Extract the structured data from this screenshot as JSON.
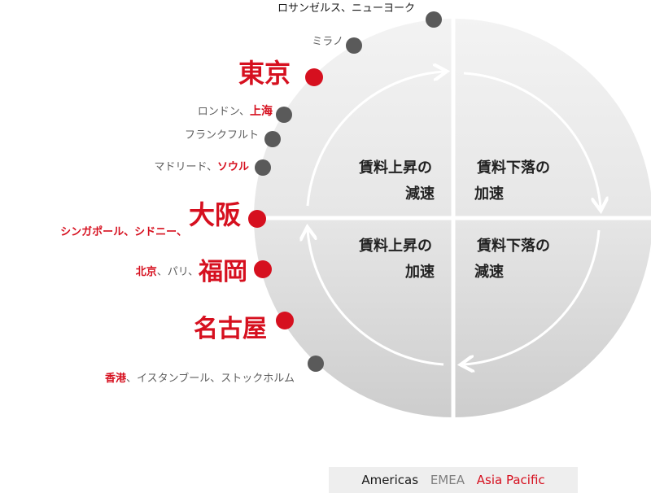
{
  "quadrants": {
    "top_left": {
      "line1": "賃料上昇の",
      "line2": "減速"
    },
    "top_right": {
      "line1": "賃料下落の",
      "line2": "加速"
    },
    "bottom_left": {
      "line1": "賃料上昇の",
      "line2": "加速"
    },
    "bottom_right": {
      "line1": "賃料下落の",
      "line2": "減速"
    }
  },
  "cities": [
    {
      "parts": [
        {
          "text": "ロサンゼルス、ニューヨーク",
          "region": "Americas"
        }
      ],
      "marker": "gray"
    },
    {
      "parts": [
        {
          "text": "ミラノ",
          "region": "EMEA"
        }
      ],
      "marker": "gray"
    },
    {
      "parts": [
        {
          "text": "東京",
          "region": "Asia Pacific"
        }
      ],
      "marker": "red"
    },
    {
      "parts": [
        {
          "text": "ロンドン、",
          "region": "EMEA"
        },
        {
          "text": "上海",
          "region": "Asia Pacific"
        }
      ],
      "marker": "gray"
    },
    {
      "parts": [
        {
          "text": "フランクフルト",
          "region": "EMEA"
        }
      ],
      "marker": "gray"
    },
    {
      "parts": [
        {
          "text": "マドリード、",
          "region": "EMEA"
        },
        {
          "text": "ソウル",
          "region": "Asia Pacific"
        }
      ],
      "marker": "gray"
    },
    {
      "parts": [
        {
          "text": "シンガポール、シドニー、",
          "region": "Asia Pacific"
        },
        {
          "text": "大阪",
          "region": "Asia Pacific"
        }
      ],
      "marker": "red"
    },
    {
      "parts": [
        {
          "text": "北京",
          "region": "Asia Pacific"
        },
        {
          "text": "、パリ、",
          "region": "EMEA"
        },
        {
          "text": "福岡",
          "region": "Asia Pacific"
        }
      ],
      "marker": "red"
    },
    {
      "parts": [
        {
          "text": "名古屋",
          "region": "Asia Pacific"
        }
      ],
      "marker": "red"
    },
    {
      "parts": [
        {
          "text": "香港",
          "region": "Asia Pacific"
        },
        {
          "text": "、イスタンブール、ストックホルム",
          "region": "EMEA"
        }
      ],
      "marker": "gray"
    }
  ],
  "legend": {
    "americas": "Americas",
    "emea": "EMEA",
    "asia_pacific": "Asia Pacific"
  },
  "colors": {
    "americas": "#1a1a1a",
    "emea": "#7f7f7f",
    "asia_pacific": "#d6101f",
    "marker_gray": "#5a5a5a",
    "marker_red": "#d6101f"
  }
}
